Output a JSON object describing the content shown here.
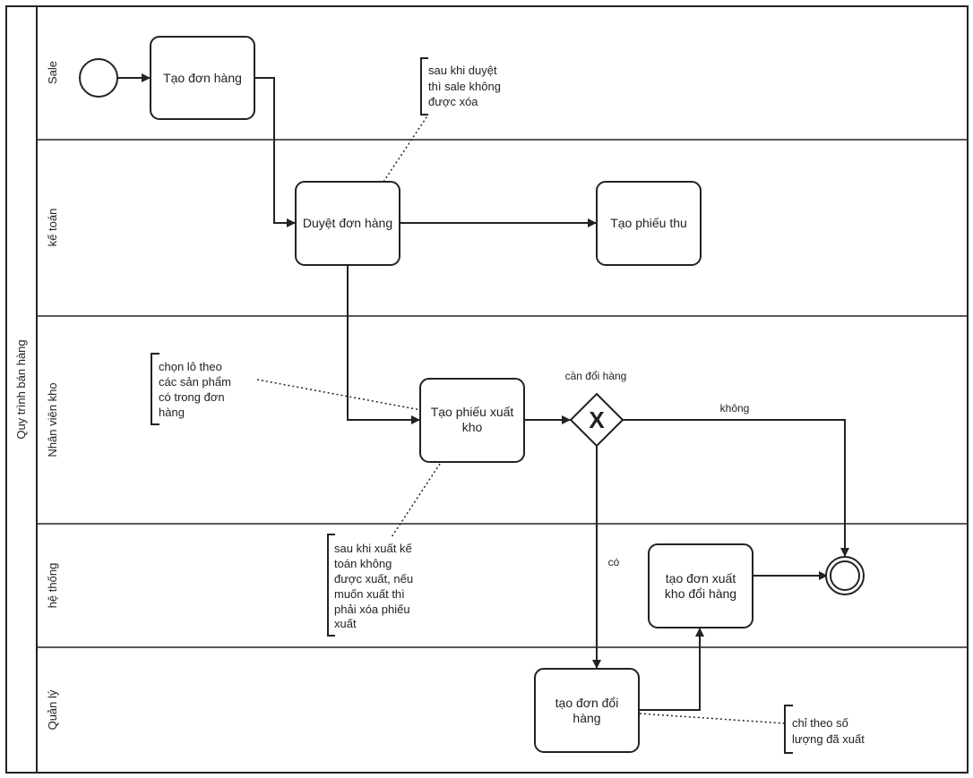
{
  "pool": {
    "label": "Quy trình bán hàng"
  },
  "lanes": [
    {
      "id": "sale",
      "label": "Sale"
    },
    {
      "id": "ketoan",
      "label": "kế toán"
    },
    {
      "id": "kho",
      "label": "Nhân viên kho"
    },
    {
      "id": "hethong",
      "label": "hệ thống"
    },
    {
      "id": "quanly",
      "label": "Quản lý"
    }
  ],
  "tasks": {
    "create_order": [
      "Tạo đơn hàng"
    ],
    "approve_order": [
      "Duyệt đơn hàng"
    ],
    "create_receipt": [
      "Tạo phiếu thu"
    ],
    "create_delivery": [
      "Tạo phiếu xuất",
      "kho"
    ],
    "create_exchange_delivery": [
      "tạo đơn xuất",
      "kho đổi hàng"
    ],
    "create_exchange_order": [
      "tạo đơn đổi",
      "hàng"
    ]
  },
  "gateway": {
    "label": "cần đổi hàng",
    "symbol": "X"
  },
  "flow_labels": {
    "no": "không",
    "yes": "có"
  },
  "annotations": {
    "approve_note": [
      "sau khi duyệt",
      "thì sale không",
      "được xóa"
    ],
    "batch_note": [
      "chọn lô theo",
      "các sản phẩm",
      "có trong đơn",
      "hàng"
    ],
    "delivery_note": [
      "sau khi xuất kế",
      "toán không",
      "được xuất, nếu",
      "muốn xuất thì",
      "phải xóa phiếu",
      "xuất"
    ],
    "quantity_note": [
      "chỉ theo số",
      "lượng đã xuất"
    ]
  }
}
